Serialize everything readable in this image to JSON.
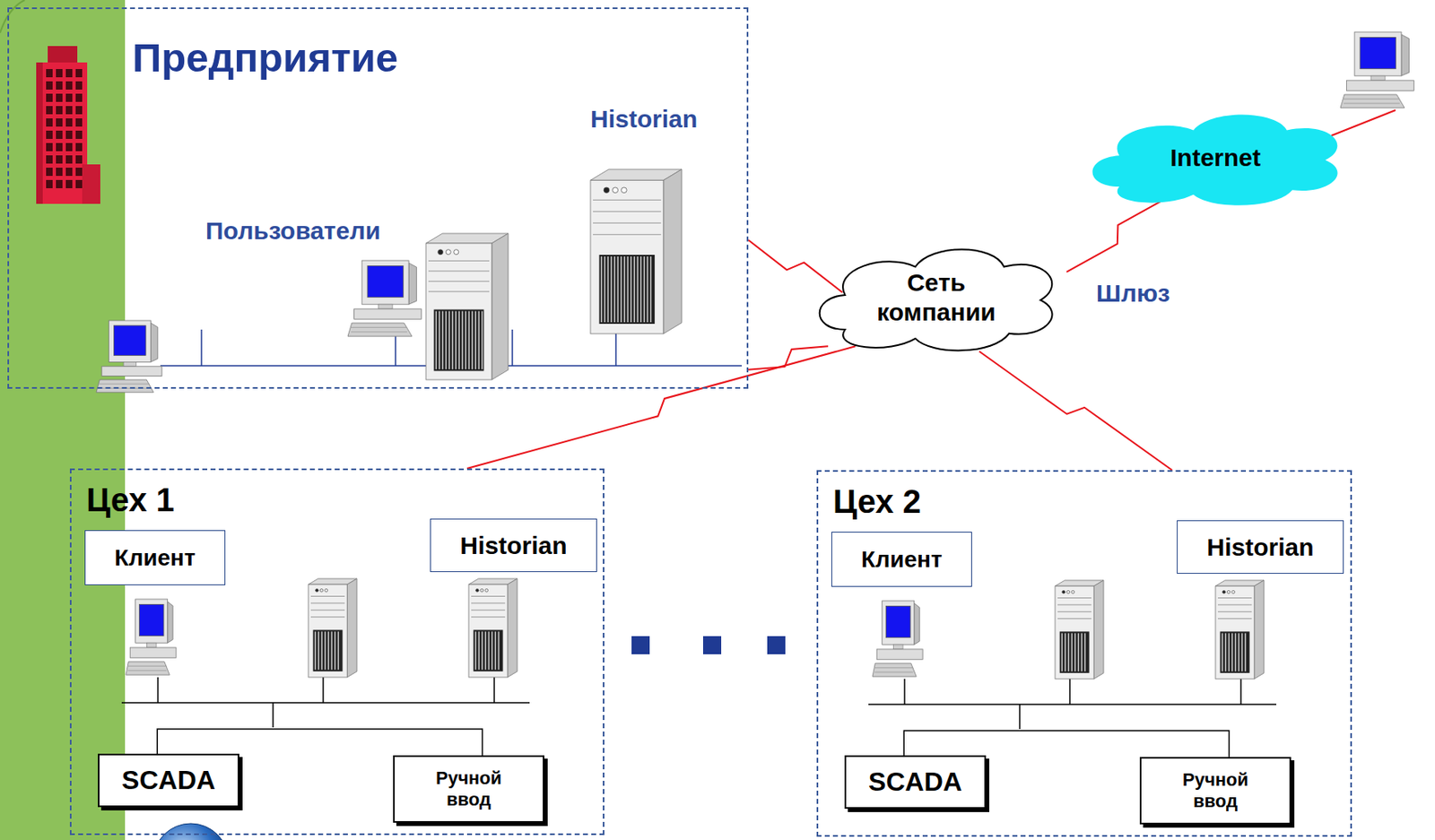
{
  "diagram": {
    "nodes": [
      {
        "text": [
          "Предприятие"
        ]
      },
      {
        "text": [
          "Сеть компании"
        ]
      },
      {
        "text": [
          "Internet"
        ]
      },
      {
        "text": [
          "Цех 1"
        ]
      },
      {
        "text": [
          "Клиент"
        ],
        "in": 3
      },
      {
        "text": [
          "Historian"
        ],
        "in": 3
      },
      {
        "text": [
          "SCADA"
        ],
        "in": 3
      },
      {
        "text": [
          "Ручной ввод"
        ],
        "in": 3
      },
      {
        "text": [
          "Цех 2"
        ]
      },
      {
        "text": [
          "Клиент"
        ],
        "in": 8
      },
      {
        "text": [
          "Historian"
        ],
        "in": 8
      },
      {
        "text": [
          "SCADA"
        ],
        "in": 8
      },
      {
        "text": [
          "Ручной ввод"
        ],
        "in": 8
      }
    ],
    "edges": [
      {
        "from": 0,
        "to": 1,
        "arrow": "none"
      },
      {
        "from": 0,
        "to": 1,
        "arrow": "none"
      },
      {
        "from": 3,
        "to": 1,
        "arrow": "none"
      },
      {
        "from": 8,
        "to": 1,
        "arrow": "none"
      },
      {
        "from": 1,
        "to": 2,
        "arrow": "none"
      },
      {
        "from": 6,
        "to": 7,
        "arrow": "none"
      },
      {
        "from": 11,
        "to": 12,
        "arrow": "none"
      }
    ],
    "labels": [
      "Historian",
      "Пользователи",
      "Шлюз"
    ]
  }
}
